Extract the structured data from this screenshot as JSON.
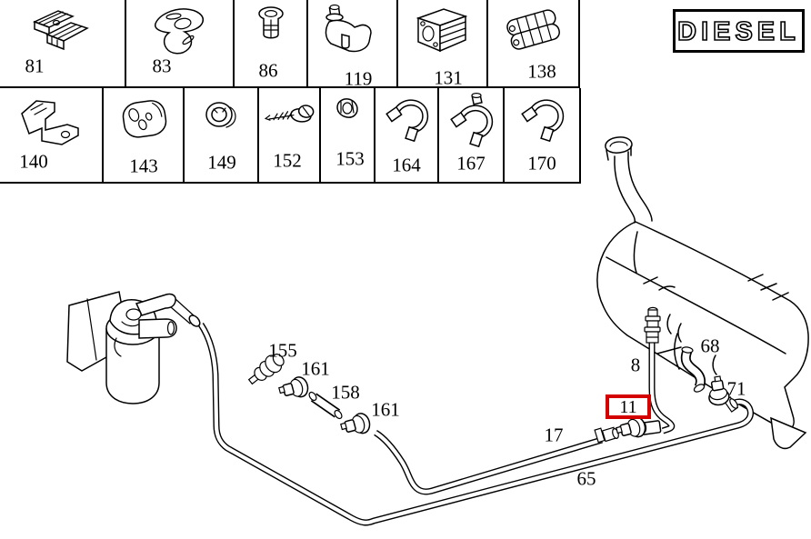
{
  "badge": {
    "label": "DIESEL"
  },
  "parts_grid": {
    "row1": [
      {
        "number": "81",
        "icon": "pipe-clamp-halves-icon"
      },
      {
        "number": "83",
        "icon": "retaining-clip-icon"
      },
      {
        "number": "86",
        "icon": "expansion-rivet-icon"
      },
      {
        "number": "119",
        "icon": "line-clamp-bolt-icon"
      },
      {
        "number": "131",
        "icon": "ribbed-clamp-block-icon"
      },
      {
        "number": "138",
        "icon": "double-clamp-block-icon"
      }
    ],
    "row2": [
      {
        "number": "140",
        "icon": "mounting-bracket-icon"
      },
      {
        "number": "143",
        "icon": "double-line-holder-icon"
      },
      {
        "number": "149",
        "icon": "grommet-icon"
      },
      {
        "number": "152",
        "icon": "self-tapping-screw-icon"
      },
      {
        "number": "153",
        "icon": "clip-nut-icon"
      },
      {
        "number": "164",
        "icon": "hose-clamp-icon"
      },
      {
        "number": "167",
        "icon": "hose-clamp-screw-icon"
      },
      {
        "number": "170",
        "icon": "hose-clamp-icon"
      }
    ]
  },
  "diagram": {
    "labels": {
      "155": "155",
      "161a": "161",
      "158": "158",
      "161b": "161",
      "17": "17",
      "65": "65",
      "8": "8",
      "11": "11",
      "68": "68",
      "71": "71"
    },
    "highlight": {
      "part": "11",
      "color": "#d40000"
    }
  }
}
